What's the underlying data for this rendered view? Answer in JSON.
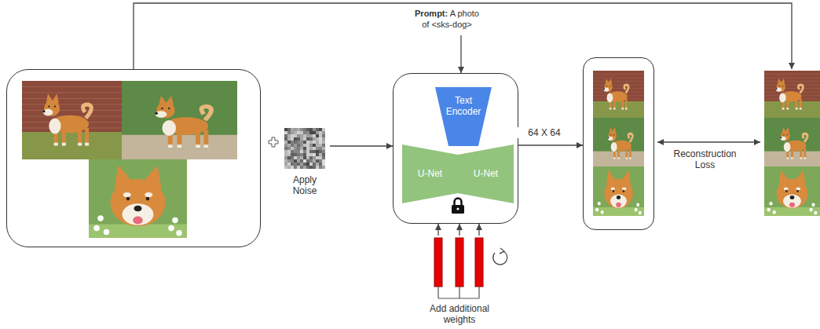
{
  "diagram": {
    "nodes": [
      {
        "text": []
      },
      {
        "text": [
          "Apply Noise"
        ]
      },
      {
        "text": [
          "Prompt: A photo of <sks-dog>"
        ]
      },
      {
        "text": []
      },
      {
        "text": [
          "Text Encoder"
        ],
        "in": 3
      },
      {
        "text": [
          "U-Net"
        ],
        "in": 3
      },
      {
        "text": [
          "U-Net"
        ],
        "in": 3
      },
      {
        "text": [
          "Add additional weights"
        ]
      },
      {
        "text": []
      },
      {
        "text": []
      }
    ],
    "edges": [
      {
        "from": 1,
        "to": 3,
        "arrow": "to"
      },
      {
        "from": 2,
        "to": 3,
        "arrow": "to"
      },
      {
        "from": 7,
        "to": 3,
        "arrow": "to"
      },
      {
        "from": 3,
        "to": 8,
        "label": "64 X 64",
        "arrow": "to"
      },
      {
        "from": 8,
        "to": 9,
        "label": "Reconstruction Loss",
        "arrow": "both"
      },
      {
        "from": 0,
        "to": 9,
        "arrow": "to"
      }
    ]
  }
}
